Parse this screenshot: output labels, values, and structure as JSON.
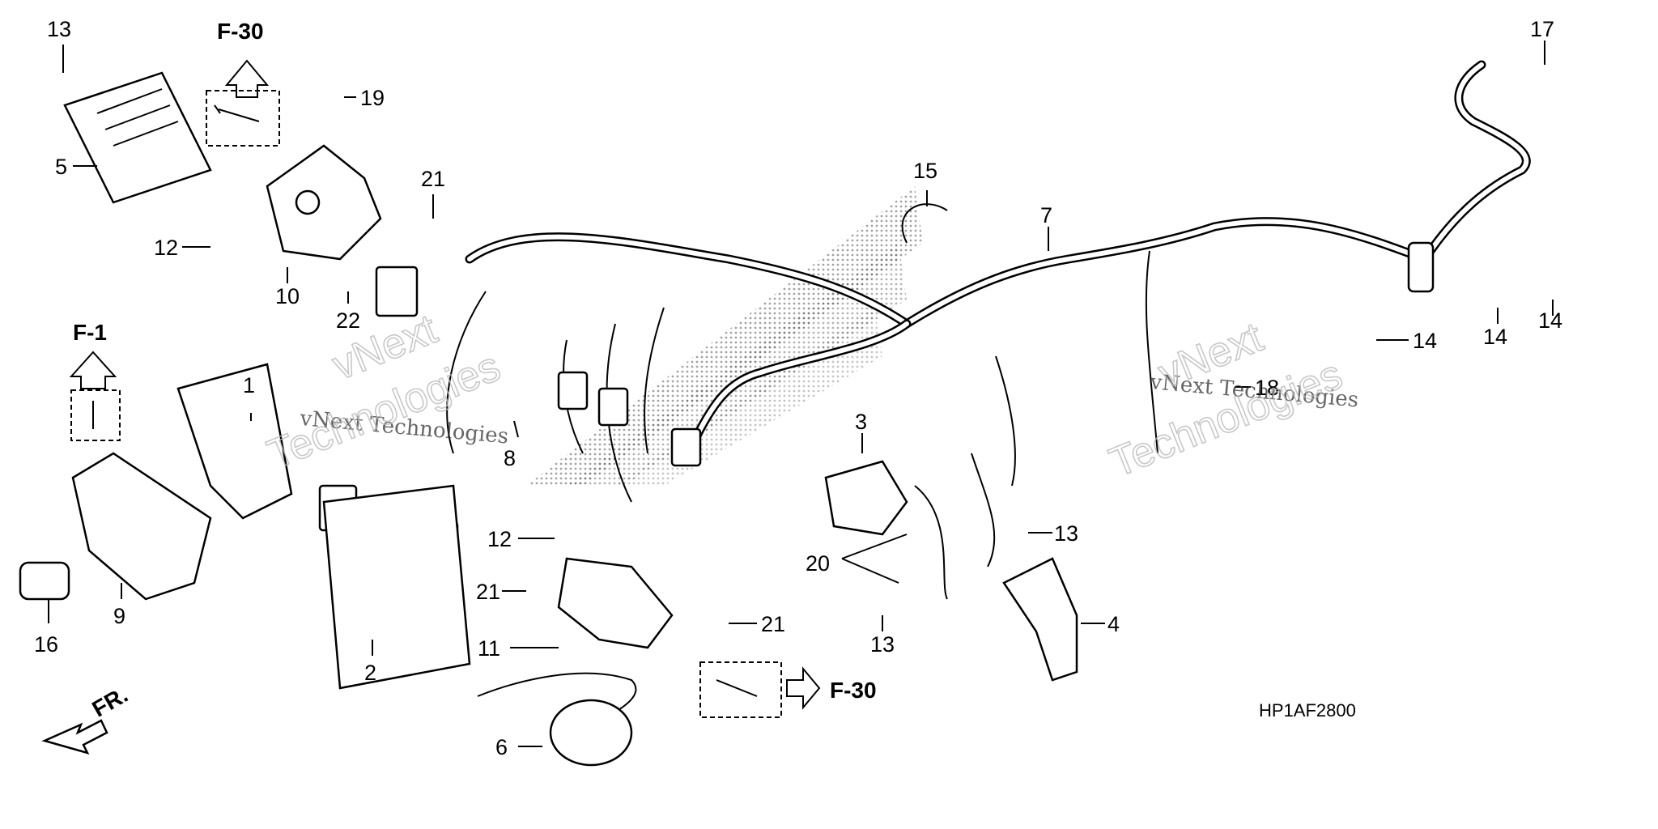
{
  "callouts": [
    {
      "id": "c13a",
      "text": "13"
    },
    {
      "id": "c5",
      "text": "5"
    },
    {
      "id": "c12a",
      "text": "12"
    },
    {
      "id": "c10",
      "text": "10"
    },
    {
      "id": "c19",
      "text": "19"
    },
    {
      "id": "c21a",
      "text": "21"
    },
    {
      "id": "c22",
      "text": "22"
    },
    {
      "id": "c1",
      "text": "1"
    },
    {
      "id": "c9",
      "text": "9"
    },
    {
      "id": "c16",
      "text": "16"
    },
    {
      "id": "c8",
      "text": "8"
    },
    {
      "id": "c2",
      "text": "2"
    },
    {
      "id": "c12b",
      "text": "12"
    },
    {
      "id": "c21b",
      "text": "21"
    },
    {
      "id": "c11",
      "text": "11"
    },
    {
      "id": "c21c",
      "text": "21"
    },
    {
      "id": "c6",
      "text": "6"
    },
    {
      "id": "c15",
      "text": "15"
    },
    {
      "id": "c3",
      "text": "3"
    },
    {
      "id": "c20",
      "text": "20"
    },
    {
      "id": "c13b",
      "text": "13"
    },
    {
      "id": "c13c",
      "text": "13"
    },
    {
      "id": "c7",
      "text": "7"
    },
    {
      "id": "c4",
      "text": "4"
    },
    {
      "id": "c17",
      "text": "17"
    },
    {
      "id": "c14a",
      "text": "14"
    },
    {
      "id": "c14b",
      "text": "14"
    },
    {
      "id": "c14c",
      "text": "14"
    },
    {
      "id": "c18",
      "text": "18"
    }
  ],
  "references": {
    "f30_top": "F-30",
    "f1": "F-1",
    "f30_bottom": "F-30"
  },
  "direction_label": "FR.",
  "diagram_code": "HP1AF2800",
  "watermarks": {
    "line1": "vNext Technologies",
    "line2": "vNext",
    "line3": "Technologies"
  }
}
